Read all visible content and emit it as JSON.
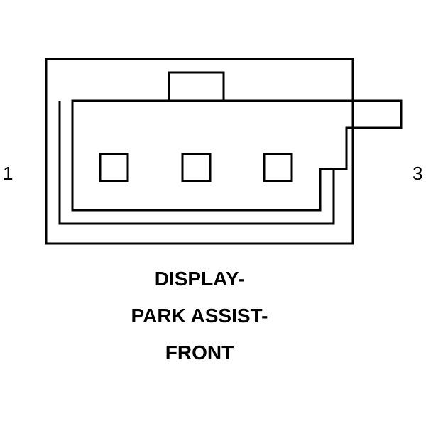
{
  "connector": {
    "pin_start_label": "1",
    "pin_end_label": "3",
    "cavity_count": 3,
    "line_color": "#000000",
    "background_color": "#ffffff"
  },
  "caption": {
    "lines": [
      "DISPLAY-",
      "PARK ASSIST-",
      "FRONT"
    ]
  }
}
